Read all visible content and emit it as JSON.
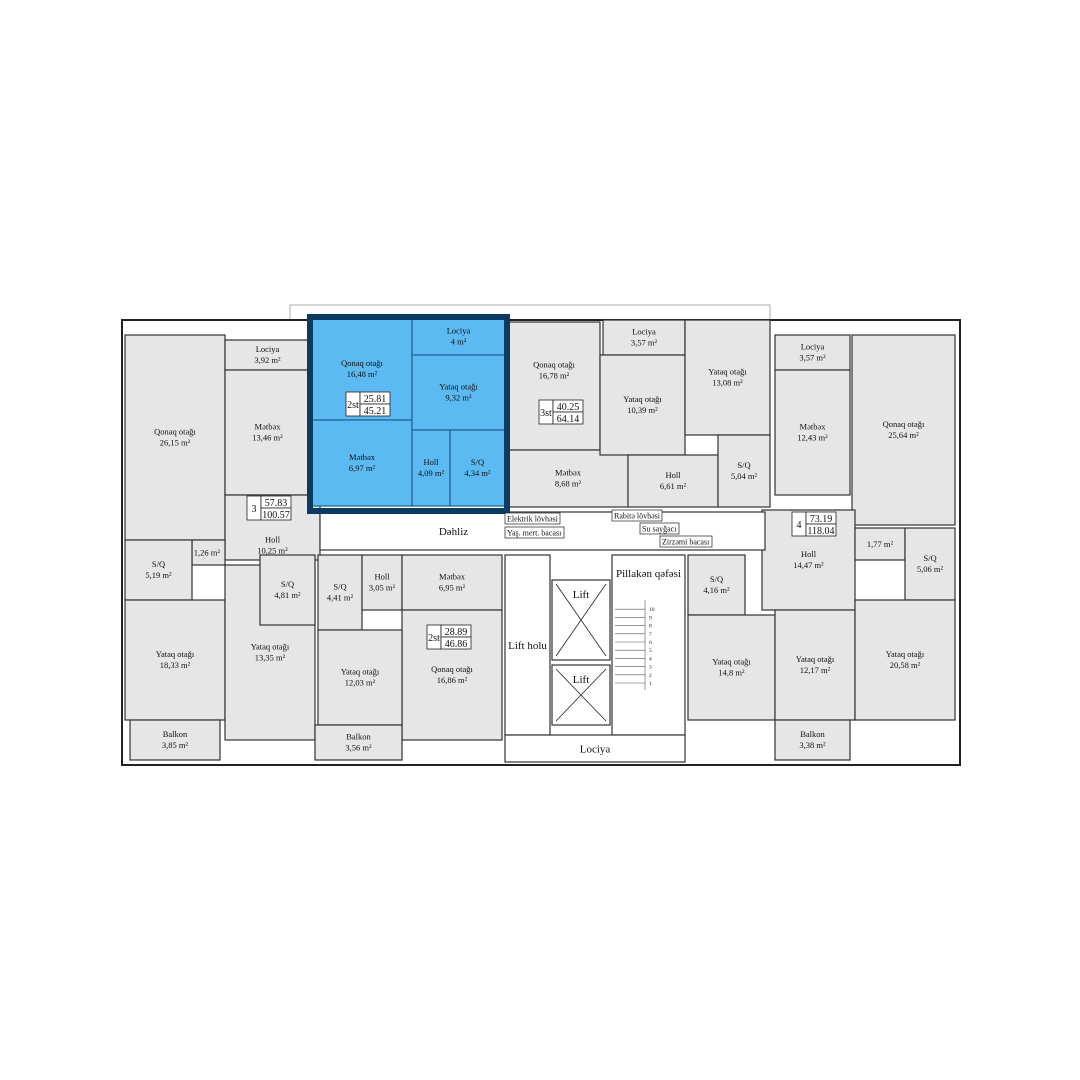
{
  "highlight_color": "#5bbaf2",
  "highlight_border_color": "#0b3a63",
  "room_color": "#e6e6e6",
  "rooms": [
    {
      "id": "a3-qonaq",
      "label": "Qonaq otağı",
      "area": "26,15 m²"
    },
    {
      "id": "a3-lociya",
      "label": "Lociya",
      "area": "3,92 m²"
    },
    {
      "id": "a3-metbex",
      "label": "Mətbəx",
      "area": "13,46 m²"
    },
    {
      "id": "a3-holl",
      "label": "Holl",
      "area": "10,25 m²"
    },
    {
      "id": "a3-store",
      "label": "",
      "area": "1,26 m²"
    },
    {
      "id": "a3-sq1",
      "label": "S/Q",
      "area": "5,19 m²"
    },
    {
      "id": "a3-yataq1",
      "label": "Yataq otağı",
      "area": "18,33 m²"
    },
    {
      "id": "a3-balkon",
      "label": "Balkon",
      "area": "3,85 m²"
    },
    {
      "id": "a3-yataq2",
      "label": "Yataq otağı",
      "area": "13,35 m²"
    },
    {
      "id": "a3-sq2",
      "label": "S/Q",
      "area": "4,81 m²"
    },
    {
      "id": "b2-sq",
      "label": "S/Q",
      "area": "4,41 m²"
    },
    {
      "id": "b2-holl",
      "label": "Holl",
      "area": "3,05 m²"
    },
    {
      "id": "b2-metbex",
      "label": "Mətbəx",
      "area": "6,95 m²"
    },
    {
      "id": "b2-qonaq",
      "label": "Qonaq otağı",
      "area": "16,86 m²"
    },
    {
      "id": "b2-yataq",
      "label": "Yataq otağı",
      "area": "12,03 m²"
    },
    {
      "id": "b2-balkon",
      "label": "Balkon",
      "area": "3,56 m²"
    },
    {
      "id": "h2-qonaq",
      "label": "Qonaq otağı",
      "area": "16,48 m²"
    },
    {
      "id": "h2-metbex",
      "label": "Mətbəx",
      "area": "6,97 m²"
    },
    {
      "id": "h2-lociya",
      "label": "Lociya",
      "area": "4 m²"
    },
    {
      "id": "h2-yataq",
      "label": "Yataq otağı",
      "area": "9,32 m²"
    },
    {
      "id": "h2-holl",
      "label": "Holl",
      "area": "4,09 m²"
    },
    {
      "id": "h2-sq",
      "label": "S/Q",
      "area": "4,34 m²"
    },
    {
      "id": "c3-qonaq",
      "label": "Qonaq otağı",
      "area": "16,78 m²"
    },
    {
      "id": "c3-metbex",
      "label": "Mətbəx",
      "area": "8,68 m²"
    },
    {
      "id": "c3-lociya",
      "label": "Lociya",
      "area": "3,57 m²"
    },
    {
      "id": "c3-yataq1",
      "label": "Yataq otağı",
      "area": "10,39 m²"
    },
    {
      "id": "c3-yataq2",
      "label": "Yataq otağı",
      "area": "13,08 m²"
    },
    {
      "id": "c3-holl",
      "label": "Holl",
      "area": "6,61 m²"
    },
    {
      "id": "c3-sq",
      "label": "S/Q",
      "area": "5,04 m²"
    },
    {
      "id": "d4-lociya",
      "label": "Lociya",
      "area": "3,57 m²"
    },
    {
      "id": "d4-metbex",
      "label": "Mətbəx",
      "area": "12,43 m²"
    },
    {
      "id": "d4-qonaq",
      "label": "Qonaq otağı",
      "area": "25,64 m²"
    },
    {
      "id": "d4-holl",
      "label": "Holl",
      "area": "14,47 m²"
    },
    {
      "id": "d4-store",
      "label": "",
      "area": "1,77 m²"
    },
    {
      "id": "d4-sq1",
      "label": "S/Q",
      "area": "5,06 m²"
    },
    {
      "id": "d4-sq2",
      "label": "S/Q",
      "area": "4,16 m²"
    },
    {
      "id": "d4-yataq1",
      "label": "Yataq otağı",
      "area": "14,8 m²"
    },
    {
      "id": "d4-yataq2",
      "label": "Yataq otağı",
      "area": "12,17 m²"
    },
    {
      "id": "d4-yataq3",
      "label": "Yataq otağı",
      "area": "20,58 m²"
    },
    {
      "id": "d4-balkon",
      "label": "Balkon",
      "area": "3,38 m²"
    },
    {
      "id": "core-dehliz",
      "label": "Dəhliz",
      "area": ""
    },
    {
      "id": "core-liftholu",
      "label": "Lift holu",
      "area": ""
    },
    {
      "id": "core-lift1",
      "label": "Lift",
      "area": ""
    },
    {
      "id": "core-lift2",
      "label": "Lift",
      "area": ""
    },
    {
      "id": "core-pillakan",
      "label": "Pillakən qəfəsi",
      "area": ""
    },
    {
      "id": "core-lociya",
      "label": "Lociya",
      "area": ""
    }
  ],
  "apartments": [
    {
      "id": "apt-3",
      "rooms": "3",
      "living": "57.83",
      "total": "100.57"
    },
    {
      "id": "apt-2st-hl",
      "rooms": "2st",
      "living": "25.81",
      "total": "45.21"
    },
    {
      "id": "apt-3st",
      "rooms": "3st",
      "living": "40.25",
      "total": "64.14"
    },
    {
      "id": "apt-4",
      "rooms": "4",
      "living": "73.19",
      "total": "118.04"
    },
    {
      "id": "apt-2st",
      "rooms": "2st",
      "living": "28.89",
      "total": "46.86"
    }
  ],
  "service_labels": [
    "Elektrik lövhəsi",
    "Yaş. mert. bacası",
    "Rabitə lövhəsi",
    "Su sayğacı",
    "Zirzəmi bacası"
  ],
  "stair_steps": [
    "1",
    "2",
    "3",
    "4",
    "5",
    "6",
    "7",
    "8",
    "9",
    "10"
  ]
}
